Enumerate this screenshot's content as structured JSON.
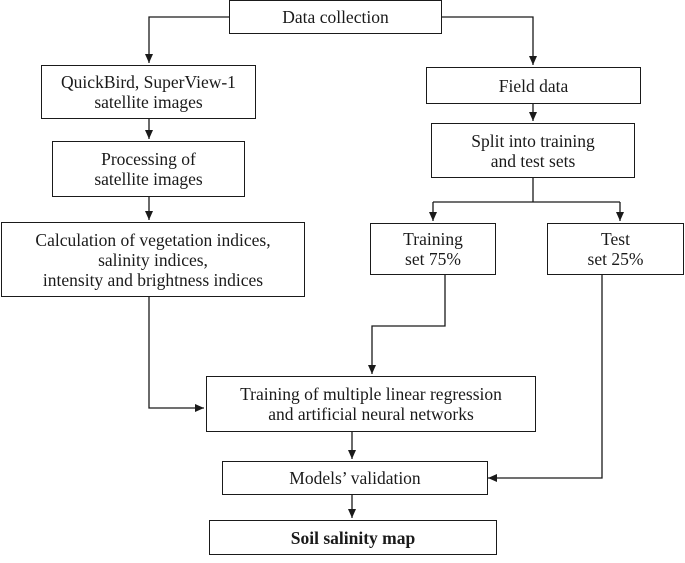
{
  "flowchart": {
    "data_collection": {
      "lines": [
        "Data collection"
      ]
    },
    "satellite_images": {
      "lines": [
        "QuickBird, SuperView-1",
        "satellite images"
      ]
    },
    "processing": {
      "lines": [
        "Processing of",
        "satellite images"
      ]
    },
    "indices": {
      "lines": [
        "Calculation of vegetation indices,",
        "salinity indices,",
        "intensity and brightness indices"
      ]
    },
    "field_data": {
      "lines": [
        "Field data"
      ]
    },
    "split": {
      "lines": [
        "Split into training",
        "and test sets"
      ]
    },
    "training_set": {
      "lines": [
        "Training",
        "set 75%"
      ]
    },
    "test_set": {
      "lines": [
        "Test",
        "set 25%"
      ]
    },
    "model_training": {
      "lines": [
        "Training of multiple linear regression",
        "and artificial neural networks"
      ]
    },
    "validation": {
      "lines": [
        "Models’ validation"
      ]
    },
    "salinity_map": {
      "lines": [
        "Soil salinity map"
      ]
    }
  }
}
